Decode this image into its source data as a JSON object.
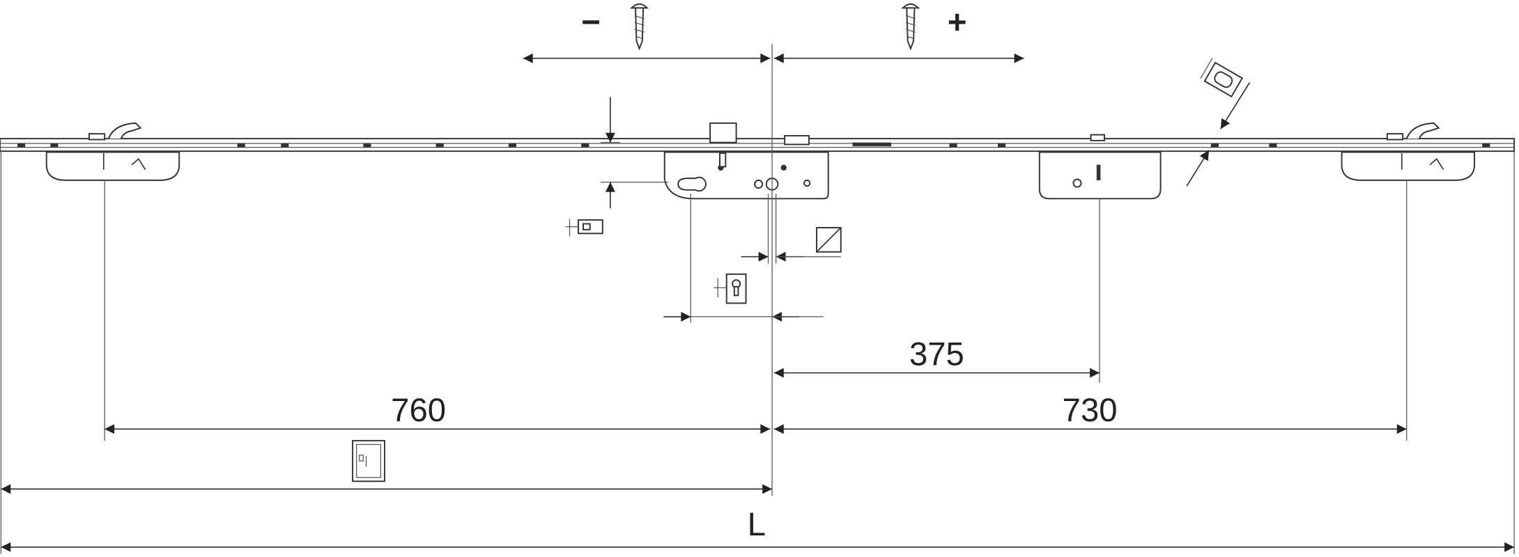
{
  "title": "Multi-point lock dimension drawing",
  "adjustment": {
    "minus_label": "−",
    "plus_label": "+"
  },
  "dimensions": {
    "d375": "375",
    "d760": "760",
    "d730": "730",
    "total": "L"
  },
  "colors": {
    "line": "#333333",
    "background": "#ffffff"
  }
}
